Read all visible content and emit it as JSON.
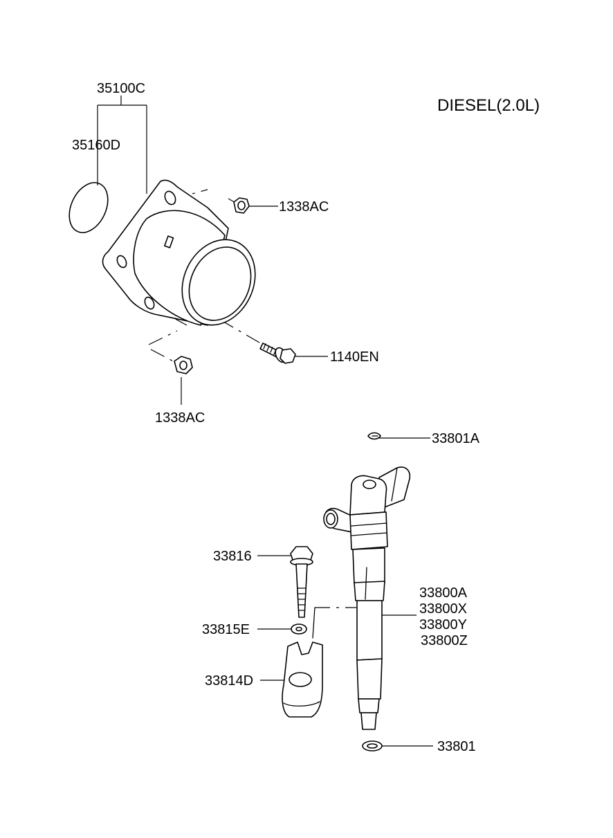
{
  "engine_label": "DIESEL(2.0L)",
  "parts": {
    "housing_assembly": "35100C",
    "o_ring": "35160D",
    "nut_upper": "1338AC",
    "nut_lower": "1338AC",
    "flange_bolt": "1140EN",
    "clip": "33801A",
    "stud_bolt": "33816",
    "washer": "33815E",
    "clamp": "33814D",
    "injector": [
      "33800A",
      "33800X",
      "33800Y",
      "33800Z"
    ],
    "seal_washer": "33801"
  }
}
